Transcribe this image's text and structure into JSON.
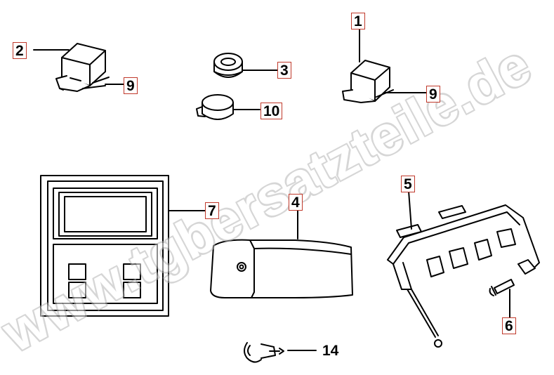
{
  "watermark": "www.tgbersatzteile.de",
  "labels": {
    "p1": "1",
    "p2": "2",
    "p3": "3",
    "p4": "4",
    "p5": "5",
    "p6": "6",
    "p7": "7",
    "p9a": "9",
    "p9b": "9",
    "p10": "10",
    "p14": "14"
  },
  "colors": {
    "line": "#000000",
    "label_border": "#c0392b",
    "watermark_outline": "#b5b5b5"
  }
}
